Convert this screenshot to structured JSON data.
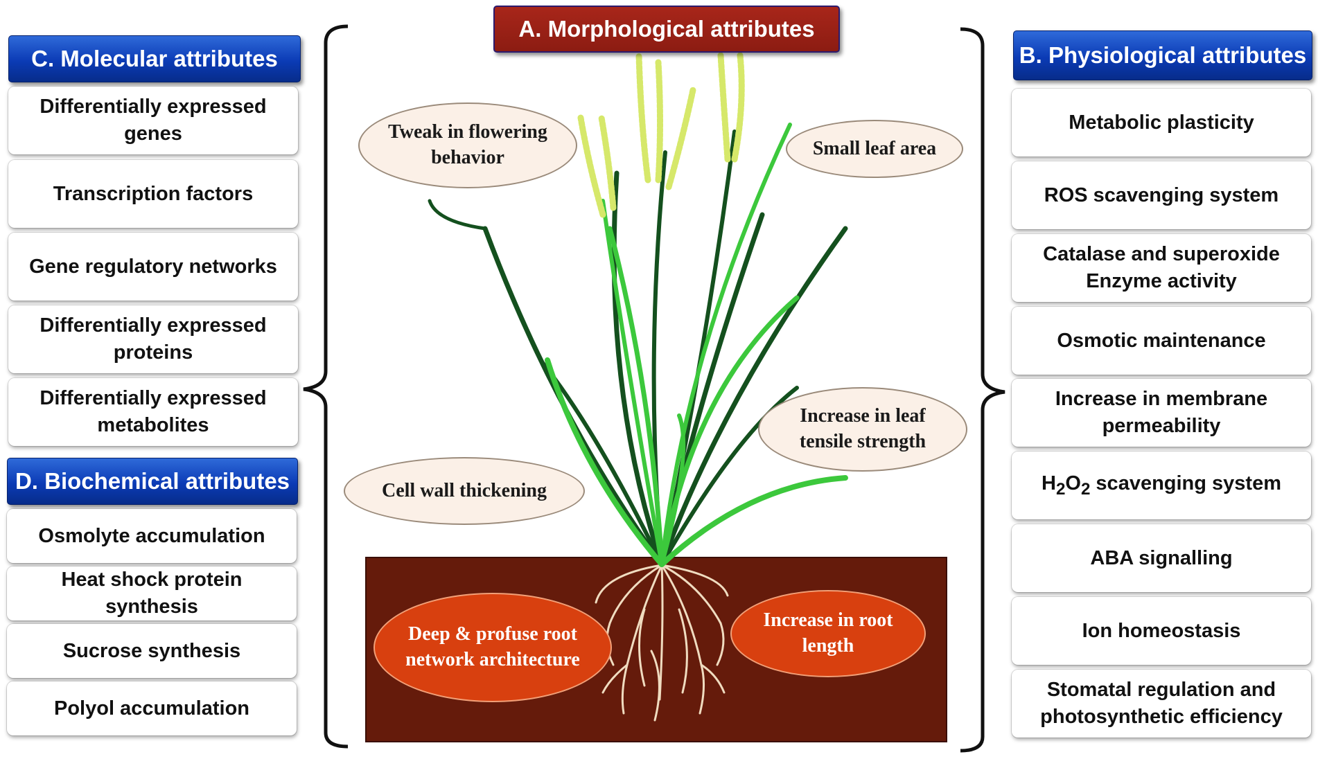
{
  "morphological": {
    "title": "A. Morphological attributes",
    "traits": [
      "Tweak in flowering behavior",
      "Small leaf area",
      "Increase in leaf tensile strength",
      "Cell wall thickening"
    ],
    "root_traits": [
      "Deep & profuse root network architecture",
      "Increase in root length"
    ]
  },
  "physiological": {
    "title": "B. Physiological attributes",
    "items": [
      "Metabolic plasticity",
      "ROS scavenging system",
      "Catalase and superoxide Enzyme activity",
      "Osmotic maintenance",
      "Increase in membrane permeability",
      "ABA signalling",
      "Ion homeostasis",
      "Stomatal regulation and photosynthetic efficiency"
    ],
    "h2o2": {
      "h": "H",
      "sub1": "2",
      "o": "O",
      "sub2": "2",
      "rest": " scavenging system"
    }
  },
  "molecular": {
    "title": "C. Molecular attributes",
    "items": [
      "Differentially expressed genes",
      "Transcription factors",
      "Gene regulatory networks",
      "Differentially expressed proteins",
      "Differentially expressed metabolites"
    ]
  },
  "biochemical": {
    "title": "D. Biochemical attributes",
    "items": [
      "Osmolyte accumulation",
      "Heat shock protein synthesis",
      "Sucrose synthesis",
      "Polyol accumulation"
    ]
  },
  "colors": {
    "header_blue": "#0b3bb5",
    "header_red": "#8c1c12",
    "soil": "#651b0b",
    "root_oval": "#d8400f",
    "trait_oval": "#fbf0e7",
    "leaf_dark": "#14501e",
    "leaf_light": "#3cc83c",
    "panicle": "#d6e86a"
  }
}
